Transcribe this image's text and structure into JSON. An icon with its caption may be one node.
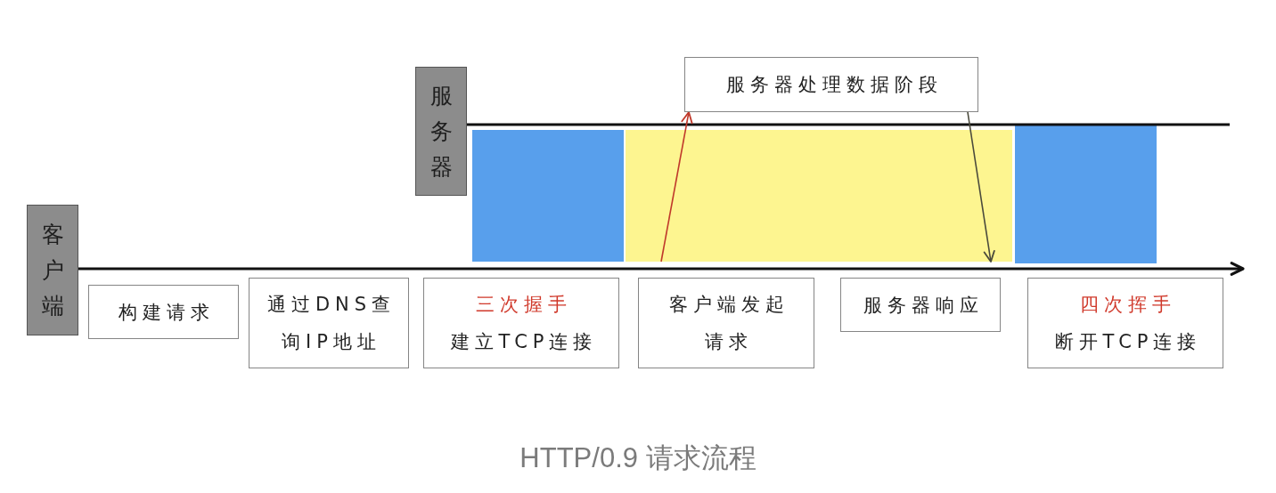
{
  "diagram": {
    "caption": "HTTP/0.9 请求流程",
    "nodes": [
      {
        "text": [
          "服务器"
        ]
      },
      {
        "text": [
          "服务器处理数据阶段"
        ]
      },
      {
        "text": [],
        "shape": "bar"
      },
      {
        "text": [],
        "shape": "bar"
      },
      {
        "text": [],
        "shape": "bar"
      },
      {
        "text": [
          "客户端"
        ]
      },
      {
        "text": [
          "构建请求"
        ]
      },
      {
        "text": [
          "通过DNS查询IP地址"
        ]
      },
      {
        "text": [
          "三次握手",
          "建立TCP连接"
        ]
      },
      {
        "text": [
          "客户端发起请求"
        ]
      },
      {
        "text": [
          "服务器响应"
        ]
      },
      {
        "text": [
          "四次挥手",
          "断开TCP连接"
        ]
      }
    ],
    "edges": [
      {
        "from": 0,
        "to": null,
        "arrow": "none"
      },
      {
        "from": 3,
        "to": 1,
        "arrow": "to",
        "color": "#c0392b"
      },
      {
        "from": 1,
        "to": 3,
        "arrow": "to",
        "color": "#4a4a3c"
      },
      {
        "from": 5,
        "to": 11,
        "arrow": "to"
      }
    ]
  }
}
